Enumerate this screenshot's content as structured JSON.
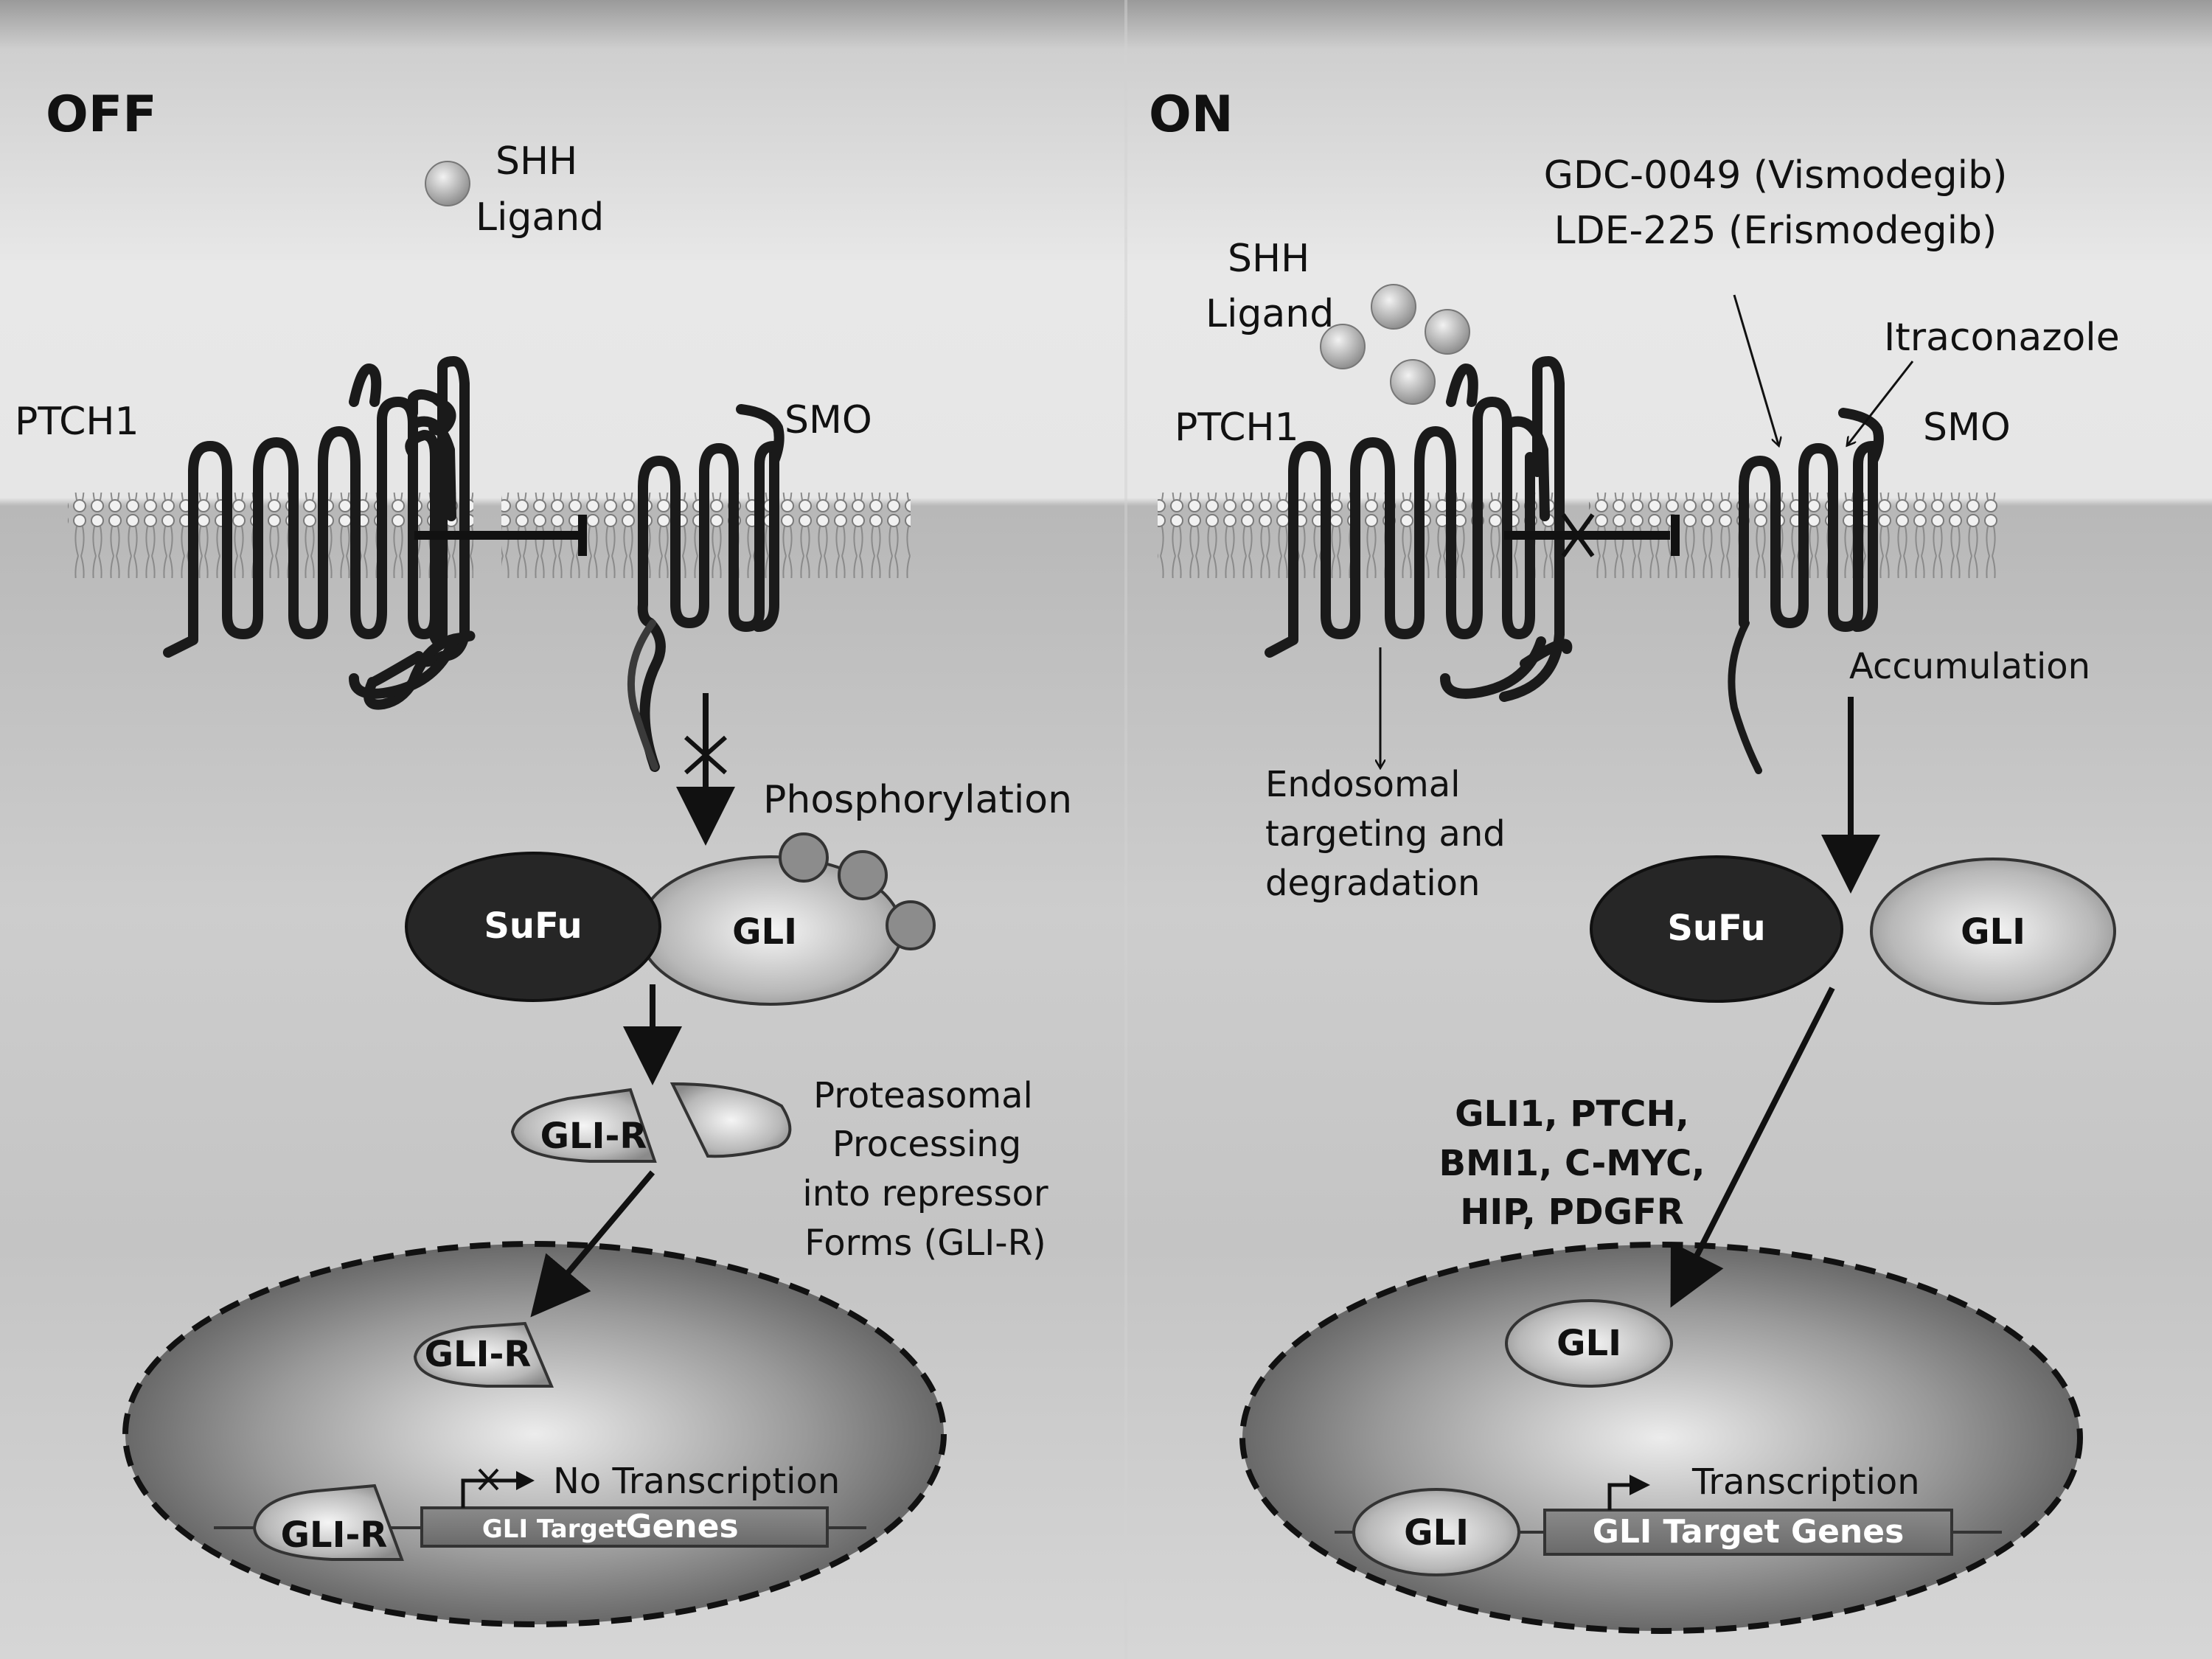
{
  "panels": {
    "off": {
      "title": "OFF",
      "shh_label": [
        "SHH",
        "Ligand"
      ],
      "ptch1_label": "PTCH1",
      "smo_label": "SMO",
      "phosphorylation_label": "Phosphorylation",
      "sufu_label": "SuFu",
      "gli_label": "GLI",
      "glir_label": "GLI-R",
      "proteasomal_text": [
        "Proteasomal",
        "Processing",
        "into repressor",
        "Forms (GLI-R)"
      ],
      "no_transcription_label": "No Transcription",
      "target_genes_label": [
        "GLI Target",
        "Genes"
      ]
    },
    "on": {
      "title": "ON",
      "shh_label": [
        "SHH",
        "Ligand"
      ],
      "ptch1_label": "PTCH1",
      "smo_label": "SMO",
      "drugs": [
        "GDC-0049 (Vismodegib)",
        "LDE-225 (Erismodegib)"
      ],
      "itraconazole_label": "Itraconazole",
      "accumulation_label": "Accumulation",
      "endosomal_text": [
        "Endosomal",
        "targeting and",
        "degradation"
      ],
      "sufu_label": "SuFu",
      "gli_label": "GLI",
      "genes_list": [
        "GLI1, PTCH,",
        "BMI1, C-MYC,",
        "HIP, PDGFR"
      ],
      "transcription_label": "Transcription",
      "target_genes_label": "GLI Target Genes"
    }
  },
  "colors": {
    "top_band": "#e4e4e4",
    "membrane_region": "#b3b3b3",
    "receptor_stroke": "#1a1a1a",
    "sufu_fill": "#262626",
    "phospho_fill": "#8c8c8c"
  }
}
